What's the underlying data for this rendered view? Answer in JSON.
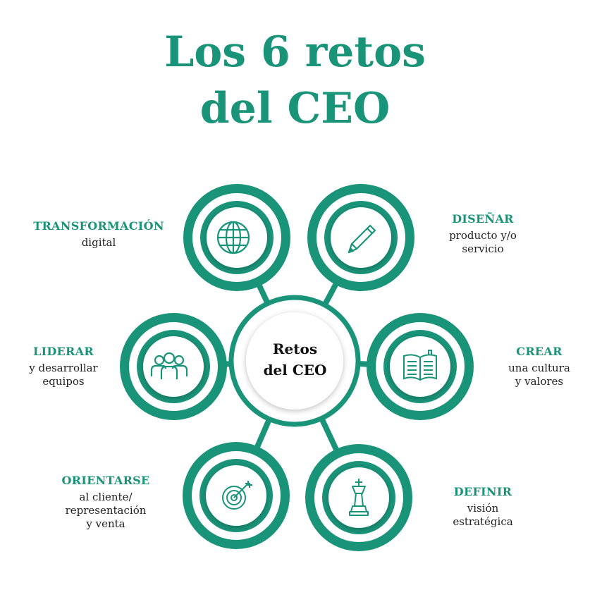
{
  "title": {
    "line1": "Los 6 retos",
    "line2": "del CEO"
  },
  "center": {
    "label": "Retos\ndel CEO"
  },
  "colors": {
    "accent": "#1a9479",
    "text": "#222222"
  },
  "challenges": [
    {
      "heading": "TRANSFORMACIÓN",
      "sub": "digital",
      "icon": "globe-icon"
    },
    {
      "heading": "DISEÑAR",
      "sub": "producto y/o\nservicio",
      "icon": "pencil-icon"
    },
    {
      "heading": "LIDERAR",
      "sub": "y desarrollar\nequipos",
      "icon": "team-icon"
    },
    {
      "heading": "CREAR",
      "sub": "una cultura\ny valores",
      "icon": "book-icon"
    },
    {
      "heading": "ORIENTARSE",
      "sub": "al cliente/\nrepresentación\ny venta",
      "icon": "target-icon"
    },
    {
      "heading": "DEFINIR",
      "sub": "visión\nestratégica",
      "icon": "chess-king-icon"
    }
  ]
}
